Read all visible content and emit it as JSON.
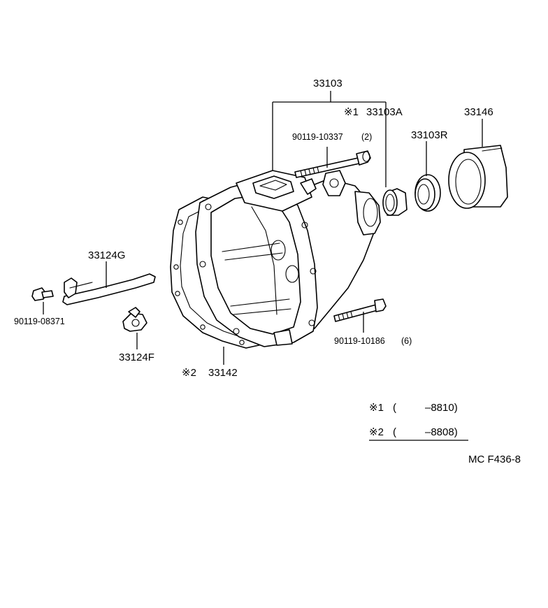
{
  "parts": {
    "case_assembly": "33103",
    "case_alt_ref": "33103A",
    "case_alt_mark": "※1",
    "bolt_upper": "90119-10337",
    "bolt_upper_qty": "(2)",
    "oil_seal": "33103R",
    "dust_cover": "33146",
    "shift_lever": "33124G",
    "bolt_small": "90119-08371",
    "lever_bracket": "33124F",
    "gasket": "33142",
    "gasket_mark": "※2",
    "bolt_lower": "90119-10186",
    "bolt_lower_qty": "(6)"
  },
  "notes": [
    {
      "mark": "※1",
      "open": "(",
      "range": "–8810)"
    },
    {
      "mark": "※2",
      "open": "(",
      "range": "–8808)"
    }
  ],
  "figure_code": "MC F436-8"
}
